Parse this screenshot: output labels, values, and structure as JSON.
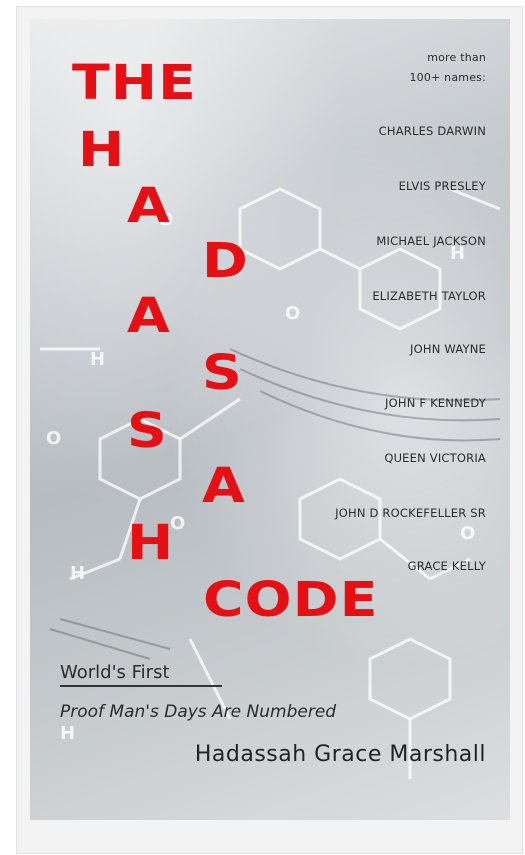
{
  "cover": {
    "title_letters": [
      "THE",
      "H",
      "A",
      "D",
      "A",
      "S",
      "S",
      "A",
      "H",
      "CODE"
    ],
    "intro": [
      "more than",
      "100+ names:"
    ],
    "names": [
      "CHARLES DARWIN",
      "ELVIS PRESLEY",
      "MICHAEL JACKSON",
      "ELIZABETH TAYLOR",
      "JOHN WAYNE",
      "JOHN F KENNEDY",
      "QUEEN VICTORIA",
      "JOHN D ROCKEFELLER SR",
      "GRACE KELLY"
    ],
    "subtitle_first": "World's First",
    "subtitle_proof": "Proof Man's Days Are Numbered",
    "author": "Hadassah Grace Marshall"
  },
  "colors": {
    "title": "#e60f14",
    "text": "#2b2b2b",
    "frame": "#f3f3f3"
  }
}
